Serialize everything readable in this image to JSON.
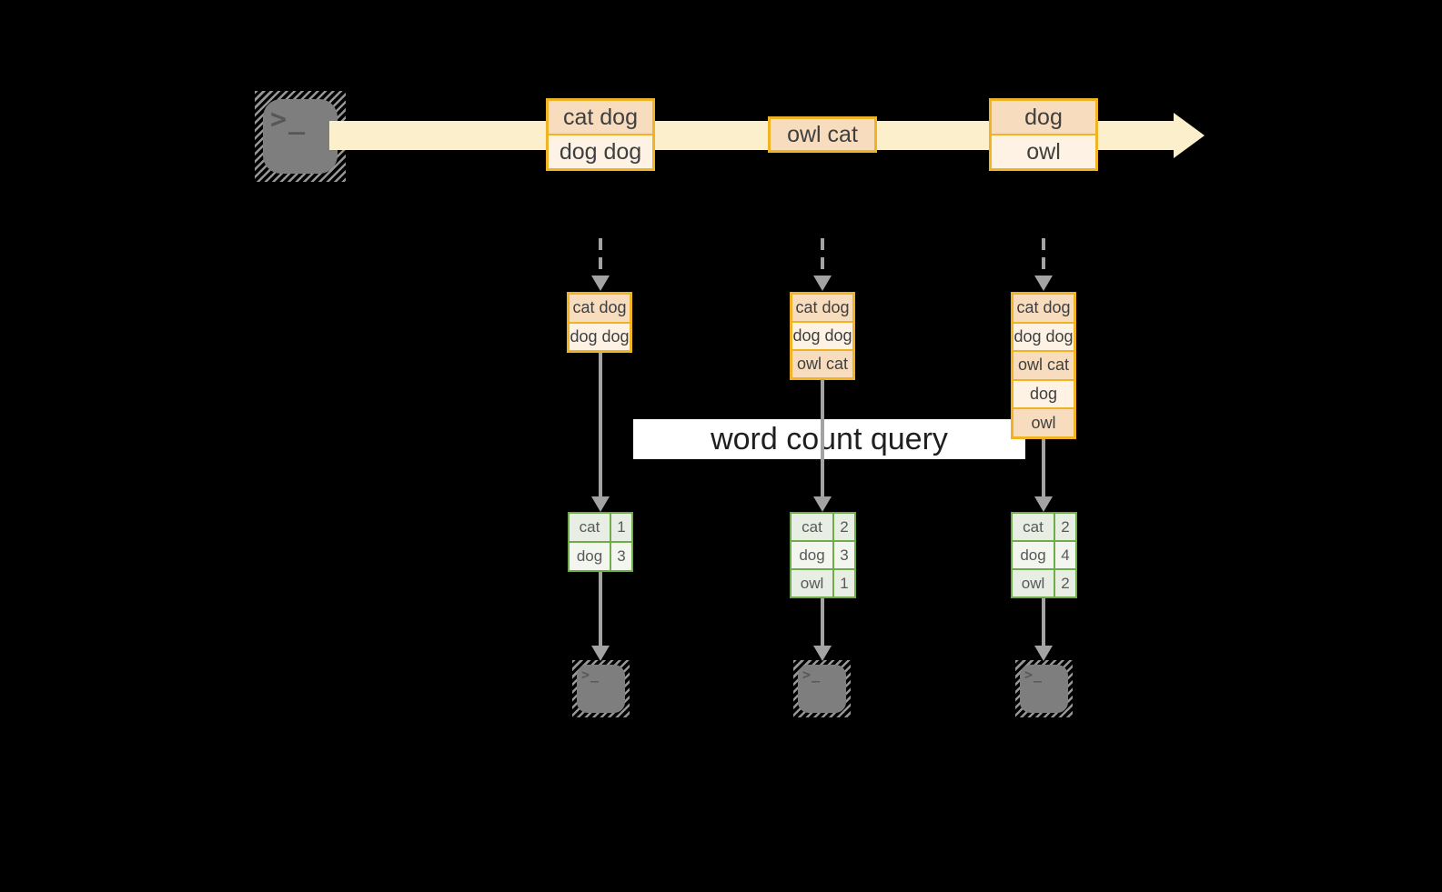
{
  "colors": {
    "background": "#000000",
    "stream_band": "#fcefcb",
    "orange_border": "#f0b323",
    "orange_fill_dark": "#f8dcbe",
    "orange_fill_light": "#fdf2e4",
    "green_border": "#6fad4b",
    "green_fill_dark": "#e8eee3",
    "green_fill_light": "#f2f6ee",
    "arrow_gray": "#a3a3a3",
    "terminal_gray": "#7e7e7e"
  },
  "source_terminal": {
    "glyph": ">_"
  },
  "stream_events": [
    {
      "cells": [
        "cat dog",
        "dog dog"
      ]
    },
    {
      "cells": [
        "owl cat"
      ]
    },
    {
      "cells": [
        "dog",
        "owl"
      ]
    }
  ],
  "state_buffers": [
    {
      "cells": [
        "cat dog",
        "dog dog"
      ]
    },
    {
      "cells": [
        "cat dog",
        "dog dog",
        "owl cat"
      ]
    },
    {
      "cells": [
        "cat dog",
        "dog dog",
        "owl cat",
        "dog",
        "owl"
      ]
    }
  ],
  "query_label": "word count query",
  "count_tables": [
    {
      "rows": [
        [
          "cat",
          "1"
        ],
        [
          "dog",
          "3"
        ]
      ]
    },
    {
      "rows": [
        [
          "cat",
          "2"
        ],
        [
          "dog",
          "3"
        ],
        [
          "owl",
          "1"
        ]
      ]
    },
    {
      "rows": [
        [
          "cat",
          "2"
        ],
        [
          "dog",
          "4"
        ],
        [
          "owl",
          "2"
        ]
      ]
    }
  ],
  "output_terminals": [
    {
      "glyph": ">_"
    },
    {
      "glyph": ">_"
    },
    {
      "glyph": ">_"
    }
  ]
}
